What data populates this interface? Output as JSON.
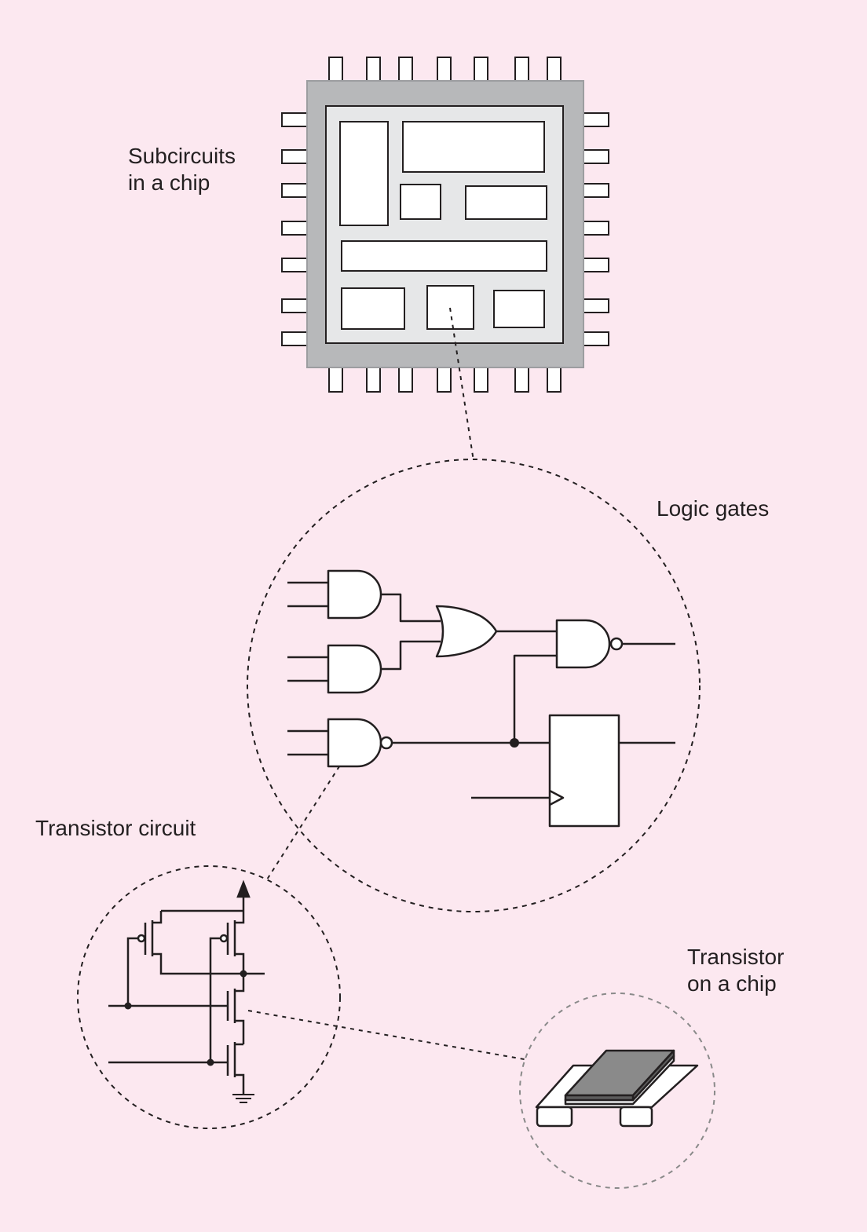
{
  "labels": {
    "subcircuits": [
      "Subcircuits",
      "in a chip"
    ],
    "logic_gates": "Logic gates",
    "transistor_circuit": "Transistor circuit",
    "transistor_on_chip": [
      "Transistor",
      "on a chip"
    ]
  },
  "colors": {
    "background": "#fce8f0",
    "chip_package": "#b7b8ba",
    "chip_die": "#e6e7e8",
    "line": "#231f20",
    "transistor_gate": "#8a8a8a"
  }
}
